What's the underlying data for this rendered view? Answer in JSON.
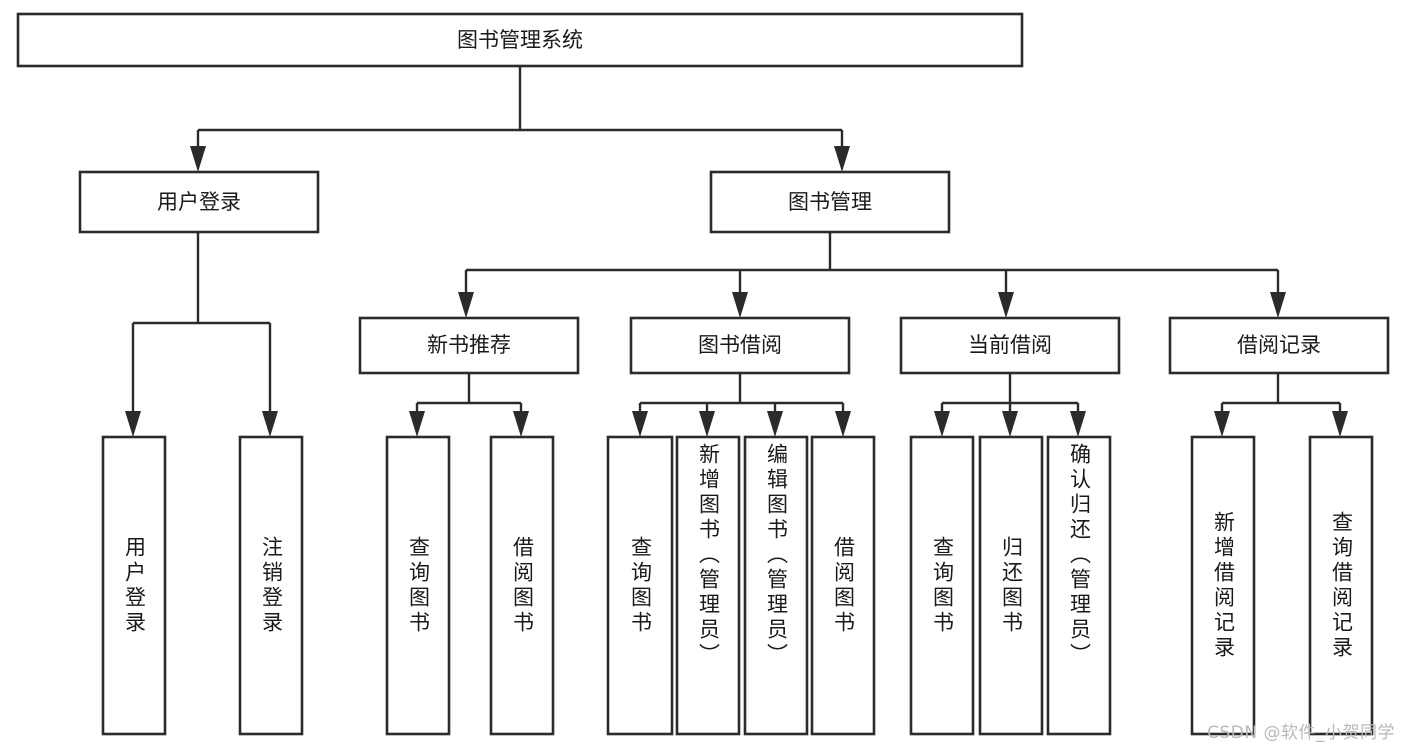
{
  "diagram": {
    "type": "tree-hierarchy",
    "title": "图书管理系统",
    "root": {
      "id": "root",
      "label": "图书管理系统",
      "orientation": "horizontal"
    },
    "level1": [
      {
        "id": "user-login",
        "label": "用户登录",
        "orientation": "horizontal"
      },
      {
        "id": "book-manage",
        "label": "图书管理",
        "orientation": "horizontal"
      }
    ],
    "level2": [
      {
        "id": "new-book-recommend",
        "label": "新书推荐",
        "parent": "book-manage",
        "orientation": "horizontal"
      },
      {
        "id": "book-borrow",
        "label": "图书借阅",
        "parent": "book-manage",
        "orientation": "horizontal"
      },
      {
        "id": "current-borrow",
        "label": "当前借阅",
        "parent": "book-manage",
        "orientation": "horizontal"
      },
      {
        "id": "borrow-record",
        "label": "借阅记录",
        "parent": "book-manage",
        "orientation": "horizontal"
      }
    ],
    "leaves": [
      {
        "id": "leaf-user-login",
        "label": "用户登录",
        "parent": "user-login",
        "orientation": "vertical"
      },
      {
        "id": "leaf-logout-login",
        "label": "注销登录",
        "parent": "user-login",
        "orientation": "vertical"
      },
      {
        "id": "leaf-query-book-1",
        "label": "查询图书",
        "parent": "new-book-recommend",
        "orientation": "vertical"
      },
      {
        "id": "leaf-borrow-book-1",
        "label": "借阅图书",
        "parent": "new-book-recommend",
        "orientation": "vertical"
      },
      {
        "id": "leaf-query-book-2",
        "label": "查询图书",
        "parent": "book-borrow",
        "orientation": "vertical"
      },
      {
        "id": "leaf-add-book",
        "label": "新增图书（管理员）",
        "parent": "book-borrow",
        "orientation": "vertical"
      },
      {
        "id": "leaf-edit-book",
        "label": "编辑图书（管理员）",
        "parent": "book-borrow",
        "orientation": "vertical"
      },
      {
        "id": "leaf-borrow-book-2",
        "label": "借阅图书",
        "parent": "book-borrow",
        "orientation": "vertical"
      },
      {
        "id": "leaf-query-book-3",
        "label": "查询图书",
        "parent": "current-borrow",
        "orientation": "vertical"
      },
      {
        "id": "leaf-return-book",
        "label": "归还图书",
        "parent": "current-borrow",
        "orientation": "vertical"
      },
      {
        "id": "leaf-confirm-return",
        "label": "确认归还（管理员）",
        "parent": "current-borrow",
        "orientation": "vertical"
      },
      {
        "id": "leaf-add-record",
        "label": "新增借阅记录",
        "parent": "borrow-record",
        "orientation": "vertical"
      },
      {
        "id": "leaf-query-record",
        "label": "查询借阅记录",
        "parent": "borrow-record",
        "orientation": "vertical"
      }
    ],
    "colors": {
      "stroke": "#2b2b2b",
      "fill": "#ffffff",
      "text": "#1a1a1a",
      "watermark": "#b9b9b9",
      "background": "#ffffff"
    }
  },
  "watermark": {
    "text": "CSDN @软件_小贺同学"
  }
}
